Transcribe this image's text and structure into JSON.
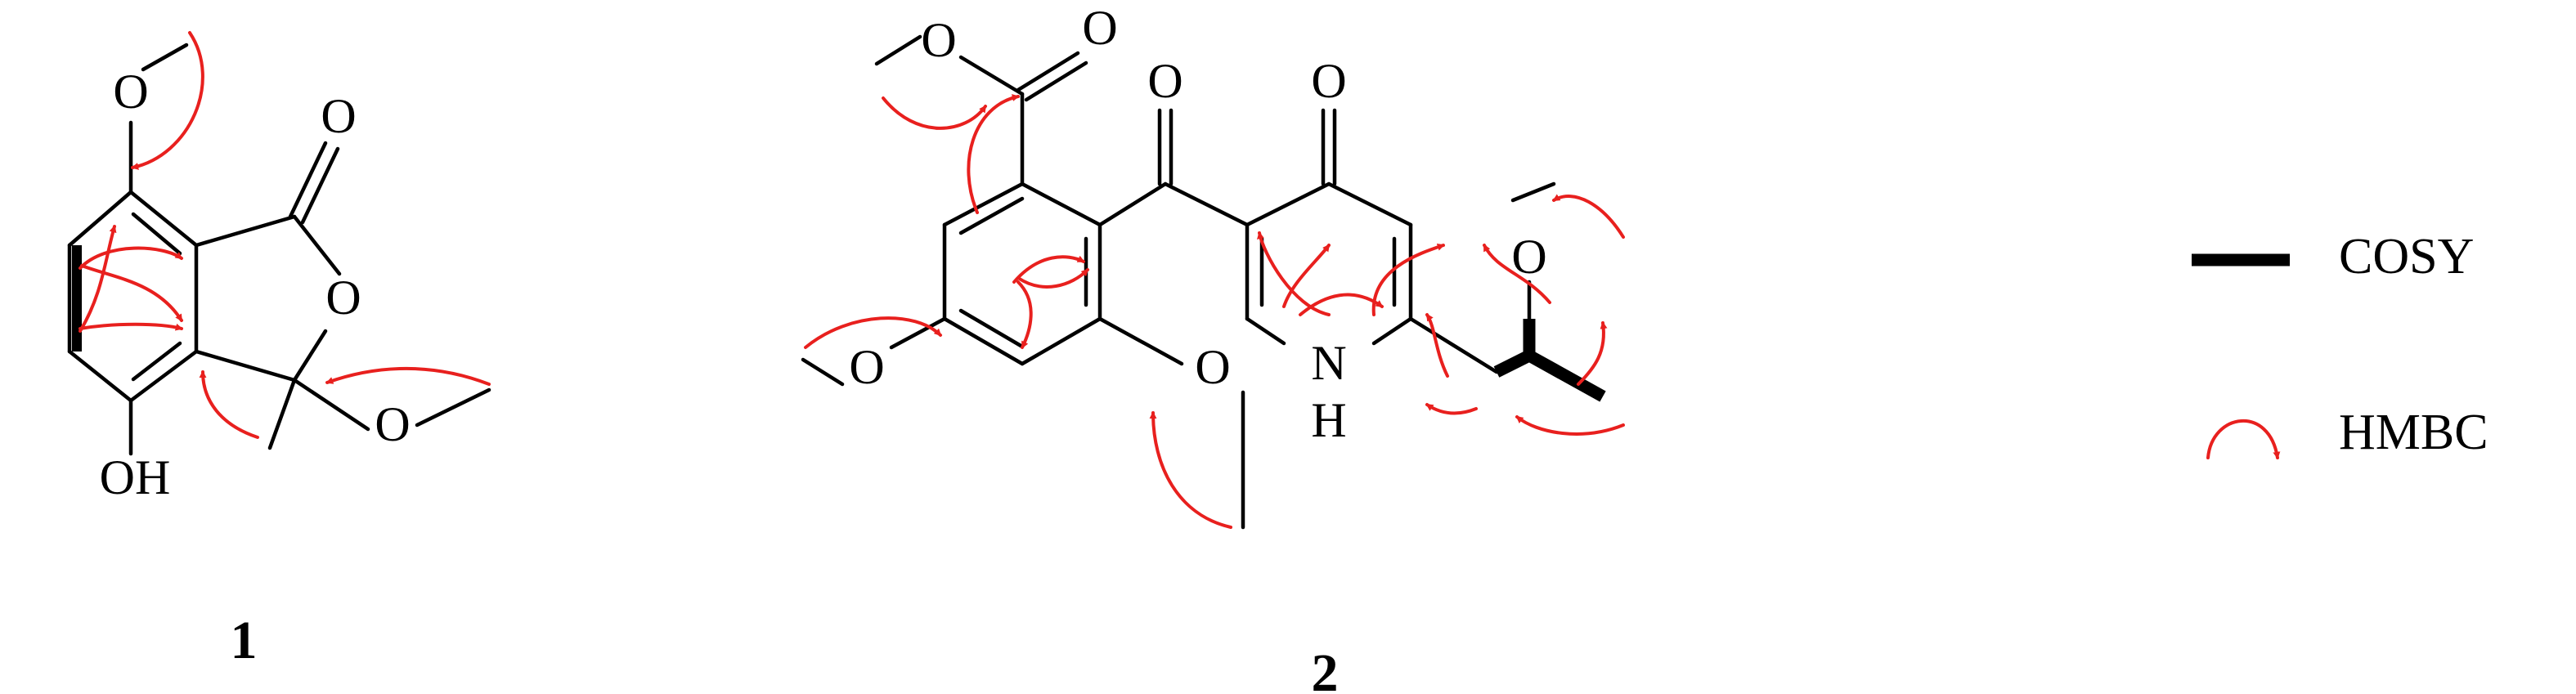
{
  "compound_1": {
    "label": "1"
  },
  "compound_2": {
    "label": "2"
  },
  "atoms": {
    "oxygen": "O",
    "hydroxyl": "OH",
    "nitrogen": "N",
    "hydrogen": "H"
  },
  "legend": {
    "cosy_label": "COSY",
    "hmbc_label": "HMBC"
  },
  "colors": {
    "hmbc_arrow": "#e8201e",
    "bond": "#000000"
  }
}
